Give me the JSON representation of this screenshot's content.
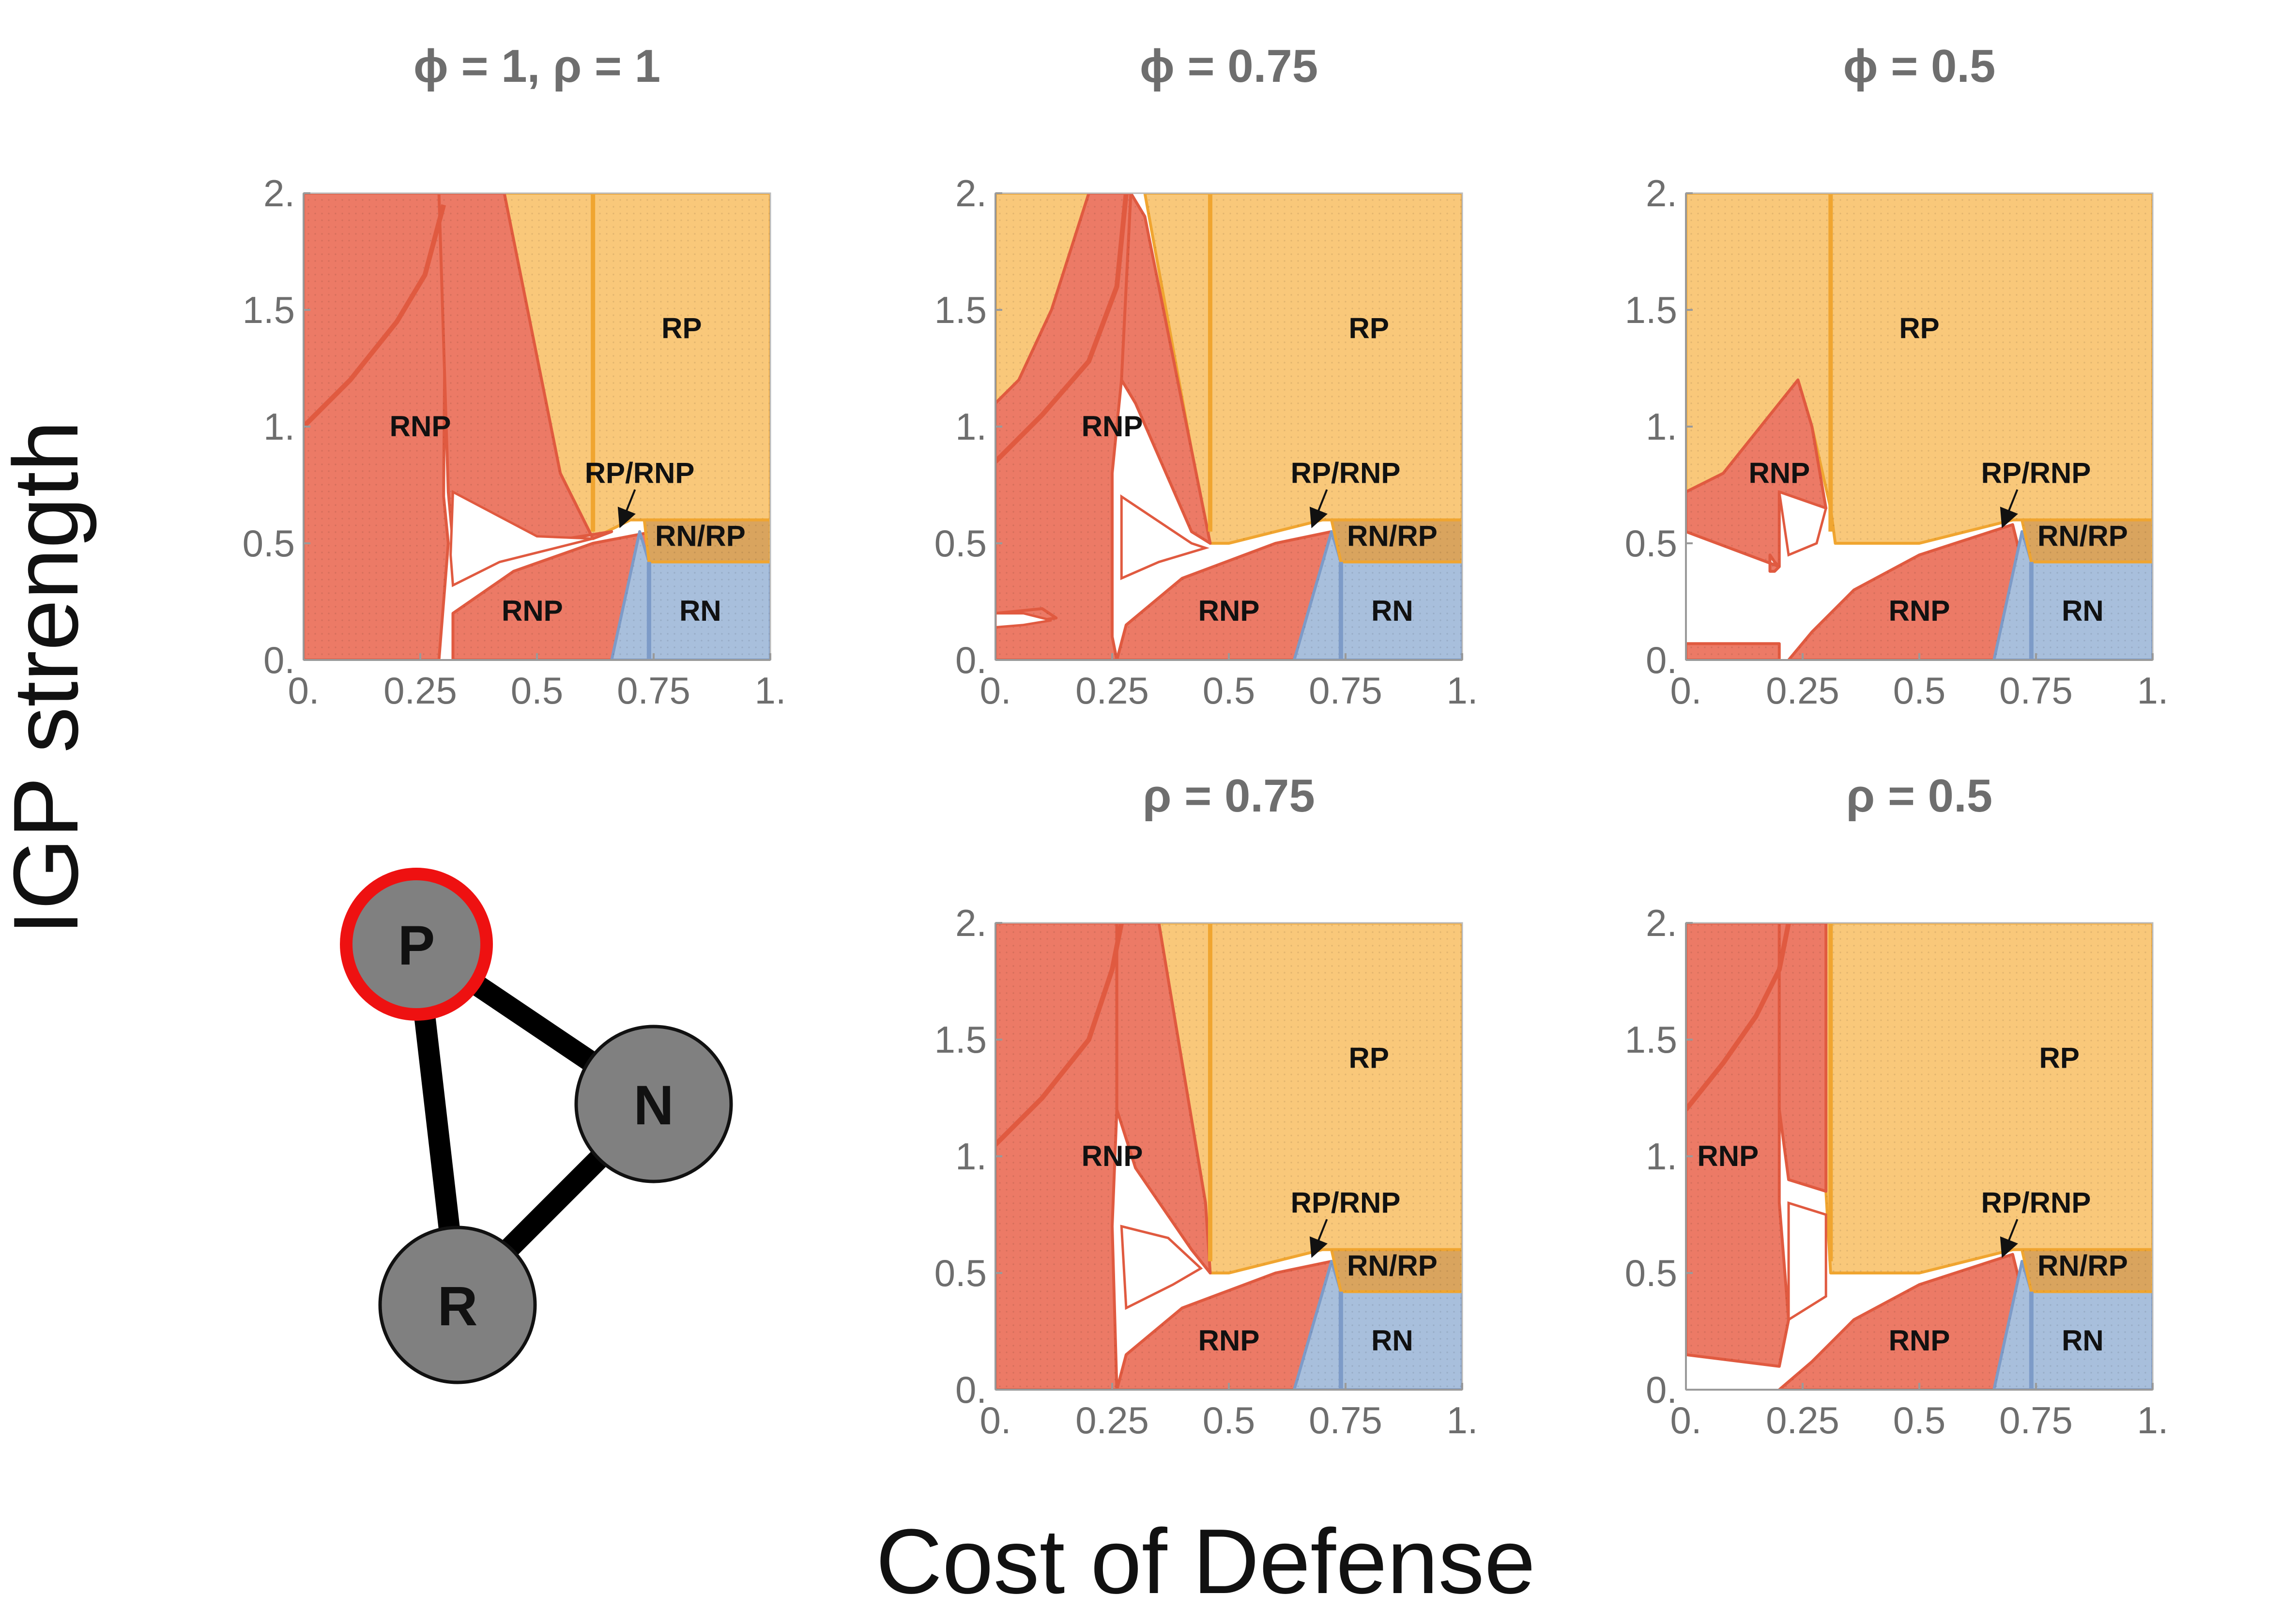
{
  "figure": {
    "xlabel": "Cost of Defense",
    "ylabel": "IGP strength"
  },
  "colors": {
    "red": "#ec7a66",
    "red_edge": "#e05a40",
    "orange": "#f9c87a",
    "orange_edge": "#f0a530",
    "blue": "#a8bfdc",
    "blue_edge": "#7d9bc8",
    "overlap": "#d9a45e",
    "node_fill": "#808080",
    "node_highlight": "#ee1111"
  },
  "network": {
    "nodes": [
      {
        "name": "P",
        "highlighted": true
      },
      {
        "name": "N",
        "highlighted": false
      },
      {
        "name": "R",
        "highlighted": false
      }
    ],
    "edges": [
      [
        "P",
        "N"
      ],
      [
        "P",
        "R"
      ],
      [
        "N",
        "R"
      ]
    ]
  },
  "chart_data": [
    {
      "type": "area",
      "title": "ϕ = 1, ρ = 1",
      "xlim": [
        0,
        1
      ],
      "ylim": [
        0,
        2
      ],
      "x_ticks": [
        "0.",
        "0.25",
        "0.5",
        "0.75",
        "1."
      ],
      "y_ticks": [
        "0.",
        "0.5",
        "1.",
        "1.5",
        "2."
      ],
      "region_labels": [
        {
          "text": "RP",
          "x": 0.81,
          "y": 1.42
        },
        {
          "text": "RNP",
          "x": 0.25,
          "y": 1.0
        },
        {
          "text": "RP/RNP",
          "x": 0.72,
          "y": 0.8
        },
        {
          "text": "RN/RP",
          "x": 0.85,
          "y": 0.53
        },
        {
          "text": "RNP",
          "x": 0.49,
          "y": 0.21
        },
        {
          "text": "RN",
          "x": 0.85,
          "y": 0.21
        }
      ]
    },
    {
      "type": "area",
      "title": "ϕ = 0.75",
      "xlim": [
        0,
        1
      ],
      "ylim": [
        0,
        2
      ],
      "x_ticks": [
        "0.",
        "0.25",
        "0.5",
        "0.75",
        "1."
      ],
      "y_ticks": [
        "0.",
        "0.5",
        "1.",
        "1.5",
        "2."
      ],
      "region_labels": [
        {
          "text": "RP",
          "x": 0.8,
          "y": 1.42
        },
        {
          "text": "RNP",
          "x": 0.25,
          "y": 1.0
        },
        {
          "text": "RP/RNP",
          "x": 0.75,
          "y": 0.8
        },
        {
          "text": "RN/RP",
          "x": 0.85,
          "y": 0.53
        },
        {
          "text": "RNP",
          "x": 0.5,
          "y": 0.21
        },
        {
          "text": "RN",
          "x": 0.85,
          "y": 0.21
        }
      ]
    },
    {
      "type": "area",
      "title": "ϕ = 0.5",
      "xlim": [
        0,
        1
      ],
      "ylim": [
        0,
        2
      ],
      "x_ticks": [
        "0.",
        "0.25",
        "0.5",
        "0.75",
        "1."
      ],
      "y_ticks": [
        "0.",
        "0.5",
        "1.",
        "1.5",
        "2."
      ],
      "region_labels": [
        {
          "text": "RP",
          "x": 0.5,
          "y": 1.42
        },
        {
          "text": "RNP",
          "x": 0.2,
          "y": 0.8
        },
        {
          "text": "RP/RNP",
          "x": 0.75,
          "y": 0.8
        },
        {
          "text": "RN/RP",
          "x": 0.85,
          "y": 0.53
        },
        {
          "text": "RNP",
          "x": 0.5,
          "y": 0.21
        },
        {
          "text": "RN",
          "x": 0.85,
          "y": 0.21
        }
      ]
    },
    {
      "type": "area",
      "title": "ρ = 0.75",
      "xlim": [
        0,
        1
      ],
      "ylim": [
        0,
        2
      ],
      "x_ticks": [
        "0.",
        "0.25",
        "0.5",
        "0.75",
        "1."
      ],
      "y_ticks": [
        "0.",
        "0.5",
        "1.",
        "1.5",
        "2."
      ],
      "region_labels": [
        {
          "text": "RP",
          "x": 0.8,
          "y": 1.42
        },
        {
          "text": "RNP",
          "x": 0.25,
          "y": 1.0
        },
        {
          "text": "RP/RNP",
          "x": 0.75,
          "y": 0.8
        },
        {
          "text": "RN/RP",
          "x": 0.85,
          "y": 0.53
        },
        {
          "text": "RNP",
          "x": 0.5,
          "y": 0.21
        },
        {
          "text": "RN",
          "x": 0.85,
          "y": 0.21
        }
      ]
    },
    {
      "type": "area",
      "title": "ρ = 0.5",
      "xlim": [
        0,
        1
      ],
      "ylim": [
        0,
        2
      ],
      "x_ticks": [
        "0.",
        "0.25",
        "0.5",
        "0.75",
        "1."
      ],
      "y_ticks": [
        "0.",
        "0.5",
        "1.",
        "1.5",
        "2."
      ],
      "region_labels": [
        {
          "text": "RP",
          "x": 0.8,
          "y": 1.42
        },
        {
          "text": "RNP",
          "x": 0.09,
          "y": 1.0
        },
        {
          "text": "RP/RNP",
          "x": 0.75,
          "y": 0.8
        },
        {
          "text": "RN/RP",
          "x": 0.85,
          "y": 0.53
        },
        {
          "text": "RNP",
          "x": 0.5,
          "y": 0.21
        },
        {
          "text": "RN",
          "x": 0.85,
          "y": 0.21
        }
      ]
    }
  ]
}
